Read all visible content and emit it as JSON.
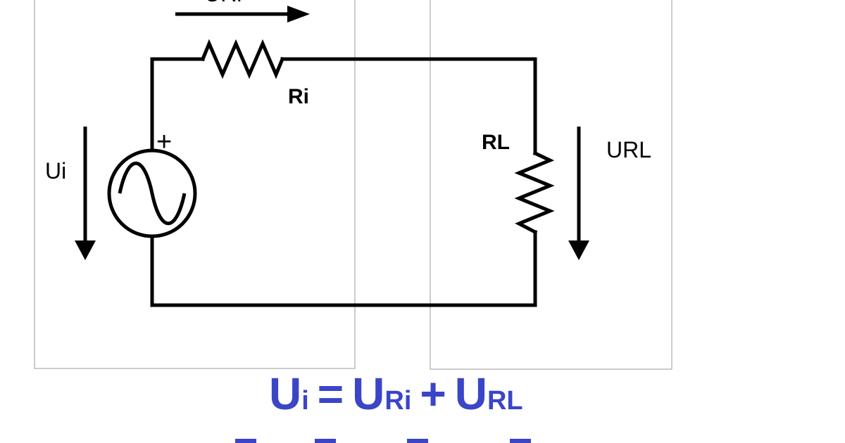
{
  "diagram": {
    "labels": {
      "ri": "Ri",
      "rl": "RL",
      "ui": "Ui",
      "url": "URL",
      "uri": "URi",
      "plus": "+"
    },
    "formula": {
      "u1": "U",
      "sub1": "i",
      "eq": "=",
      "u2": "U",
      "sub2": "Ri",
      "plus": "+",
      "u3": "U",
      "sub3": "RL"
    },
    "colors": {
      "formula": "#3a45c8",
      "wire": "#000000",
      "box": "#9a9a9a"
    }
  }
}
